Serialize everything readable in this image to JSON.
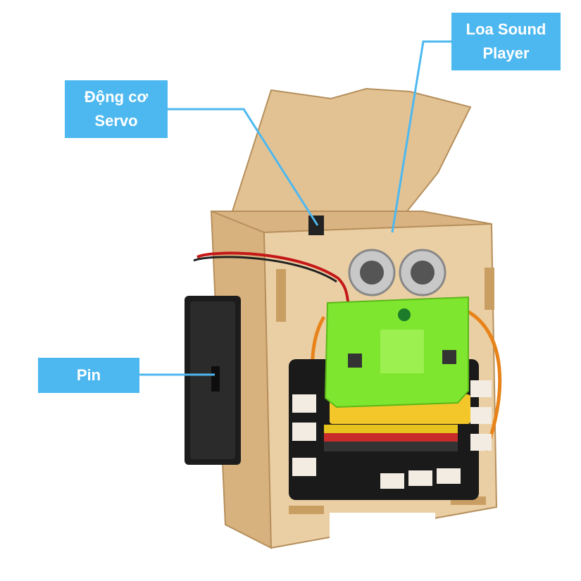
{
  "labels": {
    "speaker": {
      "line1": "Loa Sound",
      "line2": "Player"
    },
    "servo": {
      "line1": "Động cơ",
      "line2": "Servo"
    },
    "battery": {
      "text": "Pin"
    }
  },
  "colors": {
    "label_bg": "#4db8f0",
    "label_text": "#ffffff",
    "leader_line": "#4db8f0",
    "wood": "#e6c69a",
    "microbit_case": "#7ee62f",
    "battery": "#1c1c1c"
  }
}
